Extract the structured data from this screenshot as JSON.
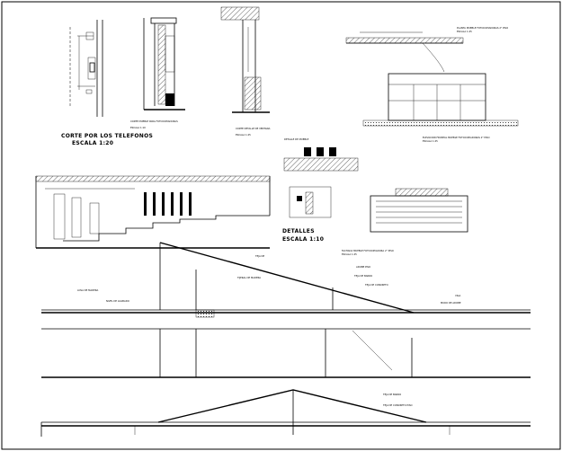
{
  "labels": {
    "telefonos_title": "CORTE POR LOS TELEFONOS",
    "telefonos_scale": "ESCALA 1:20",
    "mueble_title": "CORTE MUEBLE PARA FOTOCOPIADORAS",
    "mueble_scale": "ESCALA 1:10",
    "ventana_title": "CORTE DETALLE DE VENTANA",
    "ventana_scale": "ESCALA 1:25",
    "detalles_title": "DETALLES",
    "detalles_scale": "ESCALA 1:10"
  },
  "annotations": {
    "top_right_a": "PLANTA MUEBLE FOTOCOPIADORAS 2° PISO",
    "top_right_b": "ESCALA 1:25",
    "right_elev_a": "ELEVACION FRONTAL MUEBLE FOTOCOPIADORAS 2° PISO",
    "right_elev_b": "ESCALA 1:25",
    "mid_section_a": "FACHADA MUEBLE FOTOCOPIADORA 2° PISO",
    "mid_section_b": "ESCALA 1:25",
    "roof_a": "TEJA DE",
    "roof_b": "TIJERAL DE MADERA",
    "roof_c": "ADOBE PISO",
    "roof_d": "TEJA DE BARRO",
    "roof_e": "TEJA DE CONCRETO",
    "roof_f": "VIGA",
    "roof_g": "MURO DE ADOBE",
    "left_a": "LOSA DE MADERA",
    "left_b": "NIVEL DE ACABADO",
    "bottom_a": "TEJA DE BARRO",
    "bottom_b": "TEJA DE CONCRETO PISO",
    "small_note": "DETALLE DE MUEBLE"
  }
}
